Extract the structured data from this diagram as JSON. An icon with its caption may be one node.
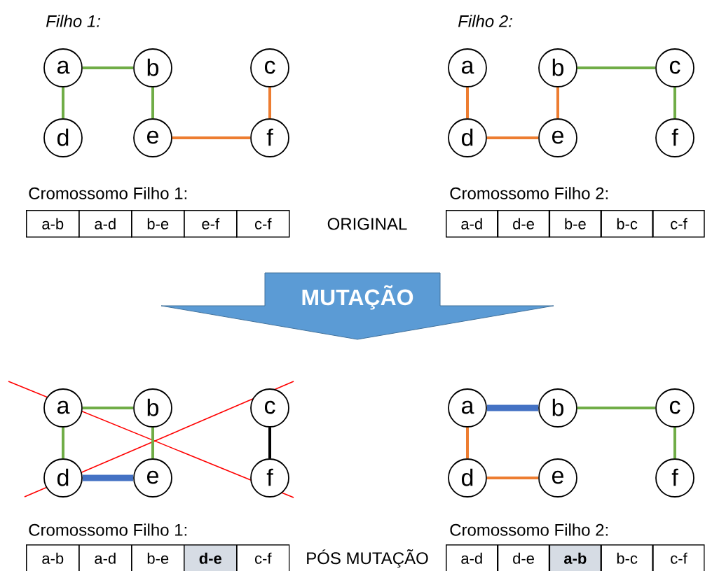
{
  "diagram": {
    "nodes": [
      {
        "text": [
          "a"
        ]
      },
      {
        "text": [
          "b"
        ]
      },
      {
        "text": [
          "c"
        ]
      },
      {
        "text": [
          "d"
        ]
      },
      {
        "text": [
          "e"
        ]
      },
      {
        "text": [
          "f"
        ]
      },
      {
        "text": [
          "a"
        ]
      },
      {
        "text": [
          "b"
        ]
      },
      {
        "text": [
          "c"
        ]
      },
      {
        "text": [
          "d"
        ]
      },
      {
        "text": [
          "e"
        ]
      },
      {
        "text": [
          "f"
        ]
      },
      {
        "text": [
          "MUTAÇÃO"
        ]
      },
      {
        "text": [
          "a"
        ]
      },
      {
        "text": [
          "b"
        ]
      },
      {
        "text": [
          "c"
        ]
      },
      {
        "text": [
          "d"
        ]
      },
      {
        "text": [
          "e"
        ]
      },
      {
        "text": [
          "f"
        ]
      },
      {
        "text": [
          "a"
        ]
      },
      {
        "text": [
          "b"
        ]
      },
      {
        "text": [
          "c"
        ]
      },
      {
        "text": [
          "d"
        ]
      },
      {
        "text": [
          "e"
        ]
      },
      {
        "text": [
          "f"
        ]
      }
    ],
    "edges": [
      {
        "from": 0,
        "to": 1,
        "arrow": "none"
      },
      {
        "from": 0,
        "to": 3,
        "arrow": "none"
      },
      {
        "from": 1,
        "to": 4,
        "arrow": "none"
      },
      {
        "from": 4,
        "to": 5,
        "arrow": "none",
        "color": "#ed7d31"
      },
      {
        "from": 2,
        "to": 5,
        "arrow": "none",
        "color": "#ed7d31"
      },
      {
        "from": 6,
        "to": 9,
        "arrow": "none",
        "color": "#ed7d31"
      },
      {
        "from": 9,
        "to": 10,
        "arrow": "none",
        "color": "#ed7d31"
      },
      {
        "from": 7,
        "to": 10,
        "arrow": "none",
        "color": "#ed7d31"
      },
      {
        "from": 7,
        "to": 8,
        "arrow": "none"
      },
      {
        "from": 8,
        "to": 11,
        "arrow": "none"
      },
      {
        "from": 13,
        "to": 14,
        "arrow": "none"
      },
      {
        "from": 13,
        "to": 16,
        "arrow": "none"
      },
      {
        "from": 14,
        "to": 17,
        "arrow": "none"
      },
      {
        "from": 16,
        "to": 17,
        "arrow": "none",
        "style": "thick",
        "color": "#4472c4"
      },
      {
        "from": 15,
        "to": 18,
        "arrow": "none",
        "color": "#000000"
      },
      {
        "from": 19,
        "to": 20,
        "arrow": "none",
        "style": "thick",
        "color": "#4472c4"
      },
      {
        "from": 19,
        "to": 22,
        "arrow": "none",
        "color": "#ed7d31"
      },
      {
        "from": 22,
        "to": 23,
        "arrow": "none",
        "color": "#ed7d31"
      },
      {
        "from": 20,
        "to": 21,
        "arrow": "none"
      },
      {
        "from": 21,
        "to": 24,
        "arrow": "none"
      }
    ],
    "labels": [
      "Filho 1:",
      "Filho 2:",
      "Cromossomo Filho 1:",
      "Cromossomo Filho 2:",
      "a-b",
      "a-d",
      "b-e",
      "e-f",
      "c-f",
      "ORIGINAL",
      "a-d",
      "d-e",
      "b-e",
      "b-c",
      "c-f",
      "Cromossomo Filho 1:",
      "Cromossomo Filho 2:",
      "a-b",
      "a-d",
      "b-e",
      "d-e",
      "c-f",
      "PÓS MUTAÇÃO",
      "a-d",
      "d-e",
      "a-b",
      "b-c",
      "c-f"
    ]
  }
}
